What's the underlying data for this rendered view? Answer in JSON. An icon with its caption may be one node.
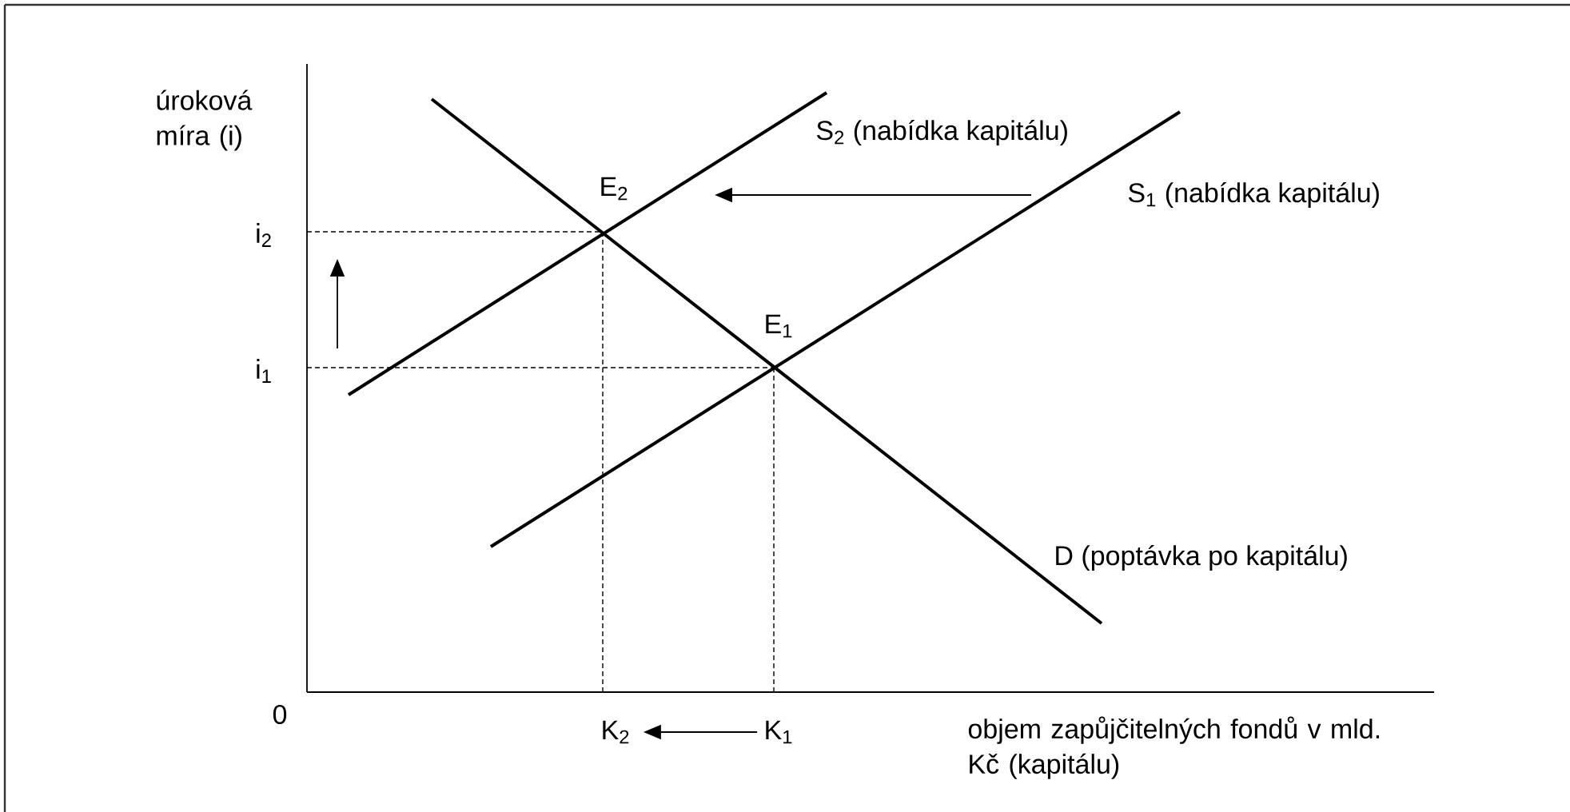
{
  "diagram": {
    "nodes": [
      {
        "text": [
          "K$_{2}$"
        ]
      },
      {
        "text": [
          "K$_{1}$"
        ]
      }
    ],
    "edges": [
      {
        "from": 1,
        "to": 0,
        "arrow": "to"
      }
    ],
    "labels": [
      "úroková míra (i)",
      "E$_{2}$",
      "S$_{2}$ (nabídka kapitálu)",
      "S$_{1}$ (nabídka kapitálu)",
      "i$_{2}$",
      "E$_{1}$",
      "i$_{1}$",
      "D (poptávka po kapitálu)",
      "0",
      "objem zapůjčitelných fondů v mld. Kč (kapitálu)"
    ]
  }
}
